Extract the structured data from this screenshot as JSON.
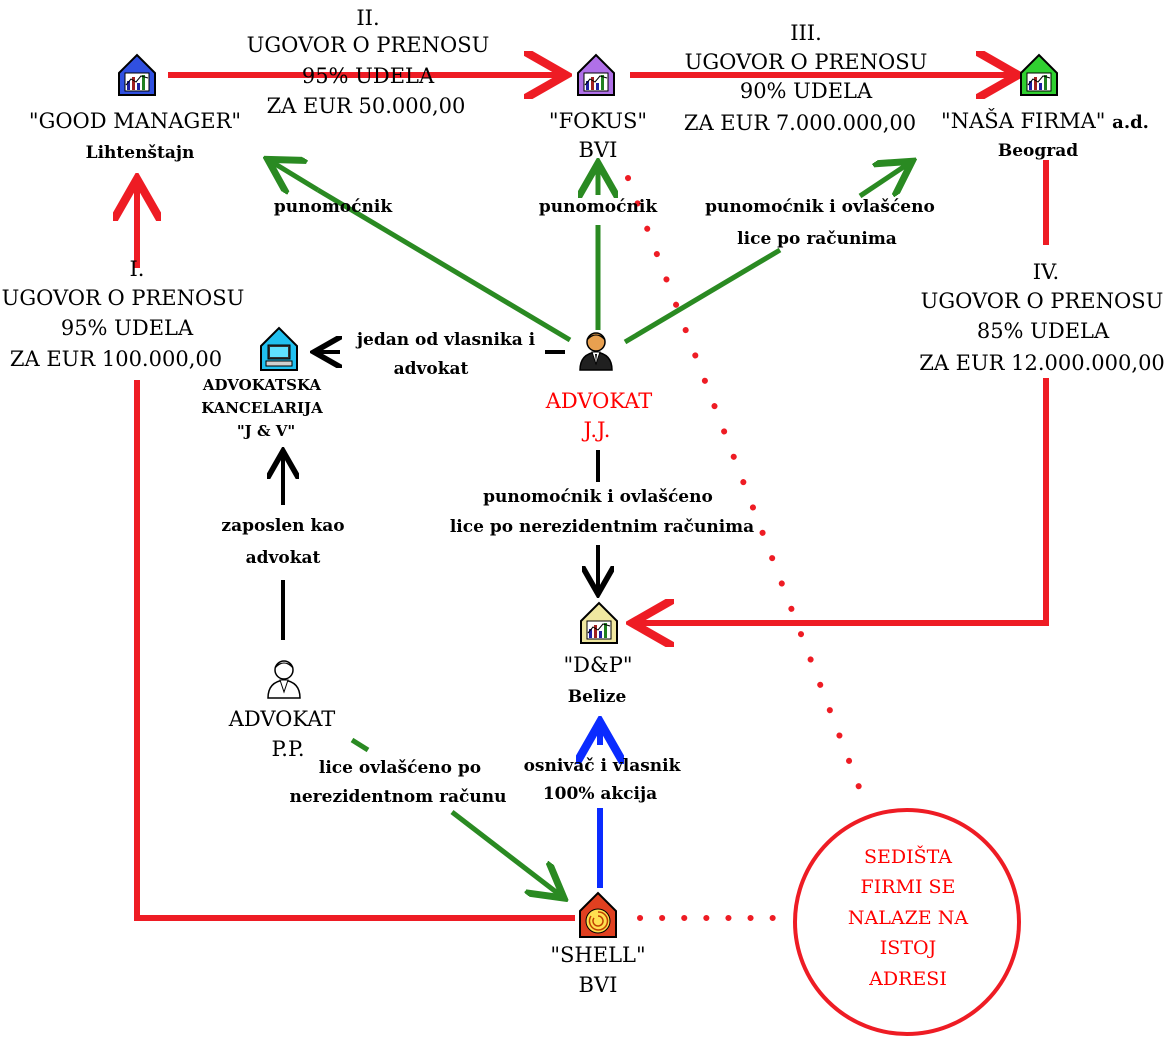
{
  "colors": {
    "red": "#ee1c24",
    "green": "#2a8a22",
    "black": "#000000",
    "blue": "#0a2bff",
    "text_red": "#ff0000"
  },
  "entities": {
    "good_manager": {
      "name": "\"GOOD MANAGER\"",
      "location": "Lihtenštajn",
      "icon": "building-chart-icon"
    },
    "fokus": {
      "name": "\"FOKUS\"",
      "location": "BVI",
      "icon": "building-chart-icon"
    },
    "nasa_firma": {
      "name": "\"NAŠA FIRMA\"",
      "suffix": "a.d.",
      "location": "Beograd",
      "icon": "building-chart-icon"
    },
    "advokat_jj": {
      "name": "ADVOKAT",
      "initials": "J.J.",
      "icon": "person-icon"
    },
    "kancelarija": {
      "line1": "ADVOKATSKA",
      "line2": "KANCELARIJA",
      "line3": "\"J & V\"",
      "icon": "computer-house-icon"
    },
    "dp": {
      "name": "\"D&P\"",
      "location": "Belize",
      "icon": "building-chart-icon"
    },
    "advokat_pp": {
      "name": "ADVOKAT",
      "initials": "P.P.",
      "icon": "person-icon"
    },
    "shell": {
      "name": "\"SHELL\"",
      "location": "BVI",
      "icon": "shell-house-icon"
    }
  },
  "contracts": {
    "c1": {
      "num": "I.",
      "line1": "UGOVOR O PRENOSU",
      "line2": "95% UDELA",
      "line3": "ZA EUR 100.000,00"
    },
    "c2": {
      "num": "II.",
      "line1": "UGOVOR O PRENOSU",
      "line2": "95% UDELA",
      "line3": "ZA EUR 50.000,00"
    },
    "c3": {
      "num": "III.",
      "line1": "UGOVOR O PRENOSU",
      "line2": "90% UDELA",
      "line3": "ZA EUR 7.000.000,00"
    },
    "c4": {
      "num": "IV.",
      "line1": "UGOVOR O PRENOSU",
      "line2": "85% UDELA",
      "line3": "ZA EUR 12.000.000,00"
    }
  },
  "relations": {
    "to_good_manager": "punomoćnik",
    "to_fokus": "punomoćnik",
    "to_nasa_firma_1": "punomoćnik i ovlašćeno",
    "to_nasa_firma_2": "lice po računima",
    "to_kancelarija_1": "jedan od vlasnika i",
    "to_kancelarija_2": "advokat",
    "to_dp_1": "punomoćnik i ovlašćeno",
    "to_dp_2": "lice po nerezidentnim računima",
    "employed_1": "zaposlen kao",
    "employed_2": "advokat",
    "pp_shell_1": "lice ovlašćeno po",
    "pp_shell_2": "nerezidentnom računu",
    "founder_1": "osnivač i vlasnik",
    "founder_2": "100% akcija"
  },
  "note": {
    "line1": "SEDIŠTA",
    "line2": "FIRMI SE",
    "line3": "NALAZE NA",
    "line4": "ISTOJ",
    "line5": "ADRESI"
  }
}
